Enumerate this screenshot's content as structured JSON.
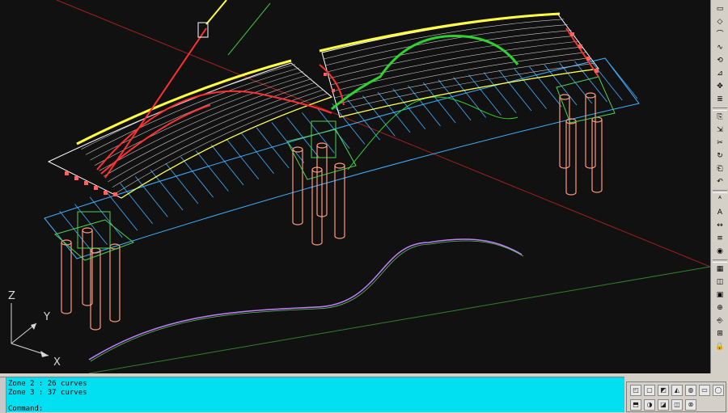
{
  "drawing": {
    "ucs_icon": {
      "x_label": "X",
      "y_label": "Y",
      "z_label": "Z"
    },
    "colors": {
      "background": "#111111",
      "deck": "#ffff40",
      "deck_edge": "#ffffff",
      "red_element": "#ff3030",
      "green_element": "#30d030",
      "ground_outline": "#40c0ff",
      "piles": "#ff9a7a",
      "terrain": "#c080ff",
      "axis_red": "#a02020",
      "axis_green": "#308030"
    }
  },
  "right_toolbar": {
    "icons": [
      "ucs-icon",
      "3d-view-icon",
      "select-icon",
      "arc-icon",
      "spline-icon",
      "measure-icon",
      "move-icon",
      "layers-icon",
      "copy-icon",
      "stretch-icon",
      "trim-icon",
      "rotate-icon",
      "paste-icon",
      "undo-icon",
      "text-icon",
      "text-style-icon",
      "dimension-icon",
      "layer-icon",
      "property-icon",
      "hatch-icon",
      "region-icon",
      "block-icon",
      "insert-icon",
      "xref-icon",
      "attribute-icon",
      "lock-icon"
    ]
  },
  "command": {
    "history": [
      "Zone 2 : 26 curves",
      "Zone 3 : 37 curves"
    ],
    "prompt": "Command:"
  },
  "bottom_toolbar": {
    "icons": [
      "view-icon",
      "box-icon",
      "wedge-icon",
      "cone-icon",
      "sphere-icon",
      "cylinder-icon",
      "torus-icon",
      "extrude-icon",
      "revolve-icon",
      "slice-icon",
      "section-icon",
      "interfere-icon"
    ]
  }
}
